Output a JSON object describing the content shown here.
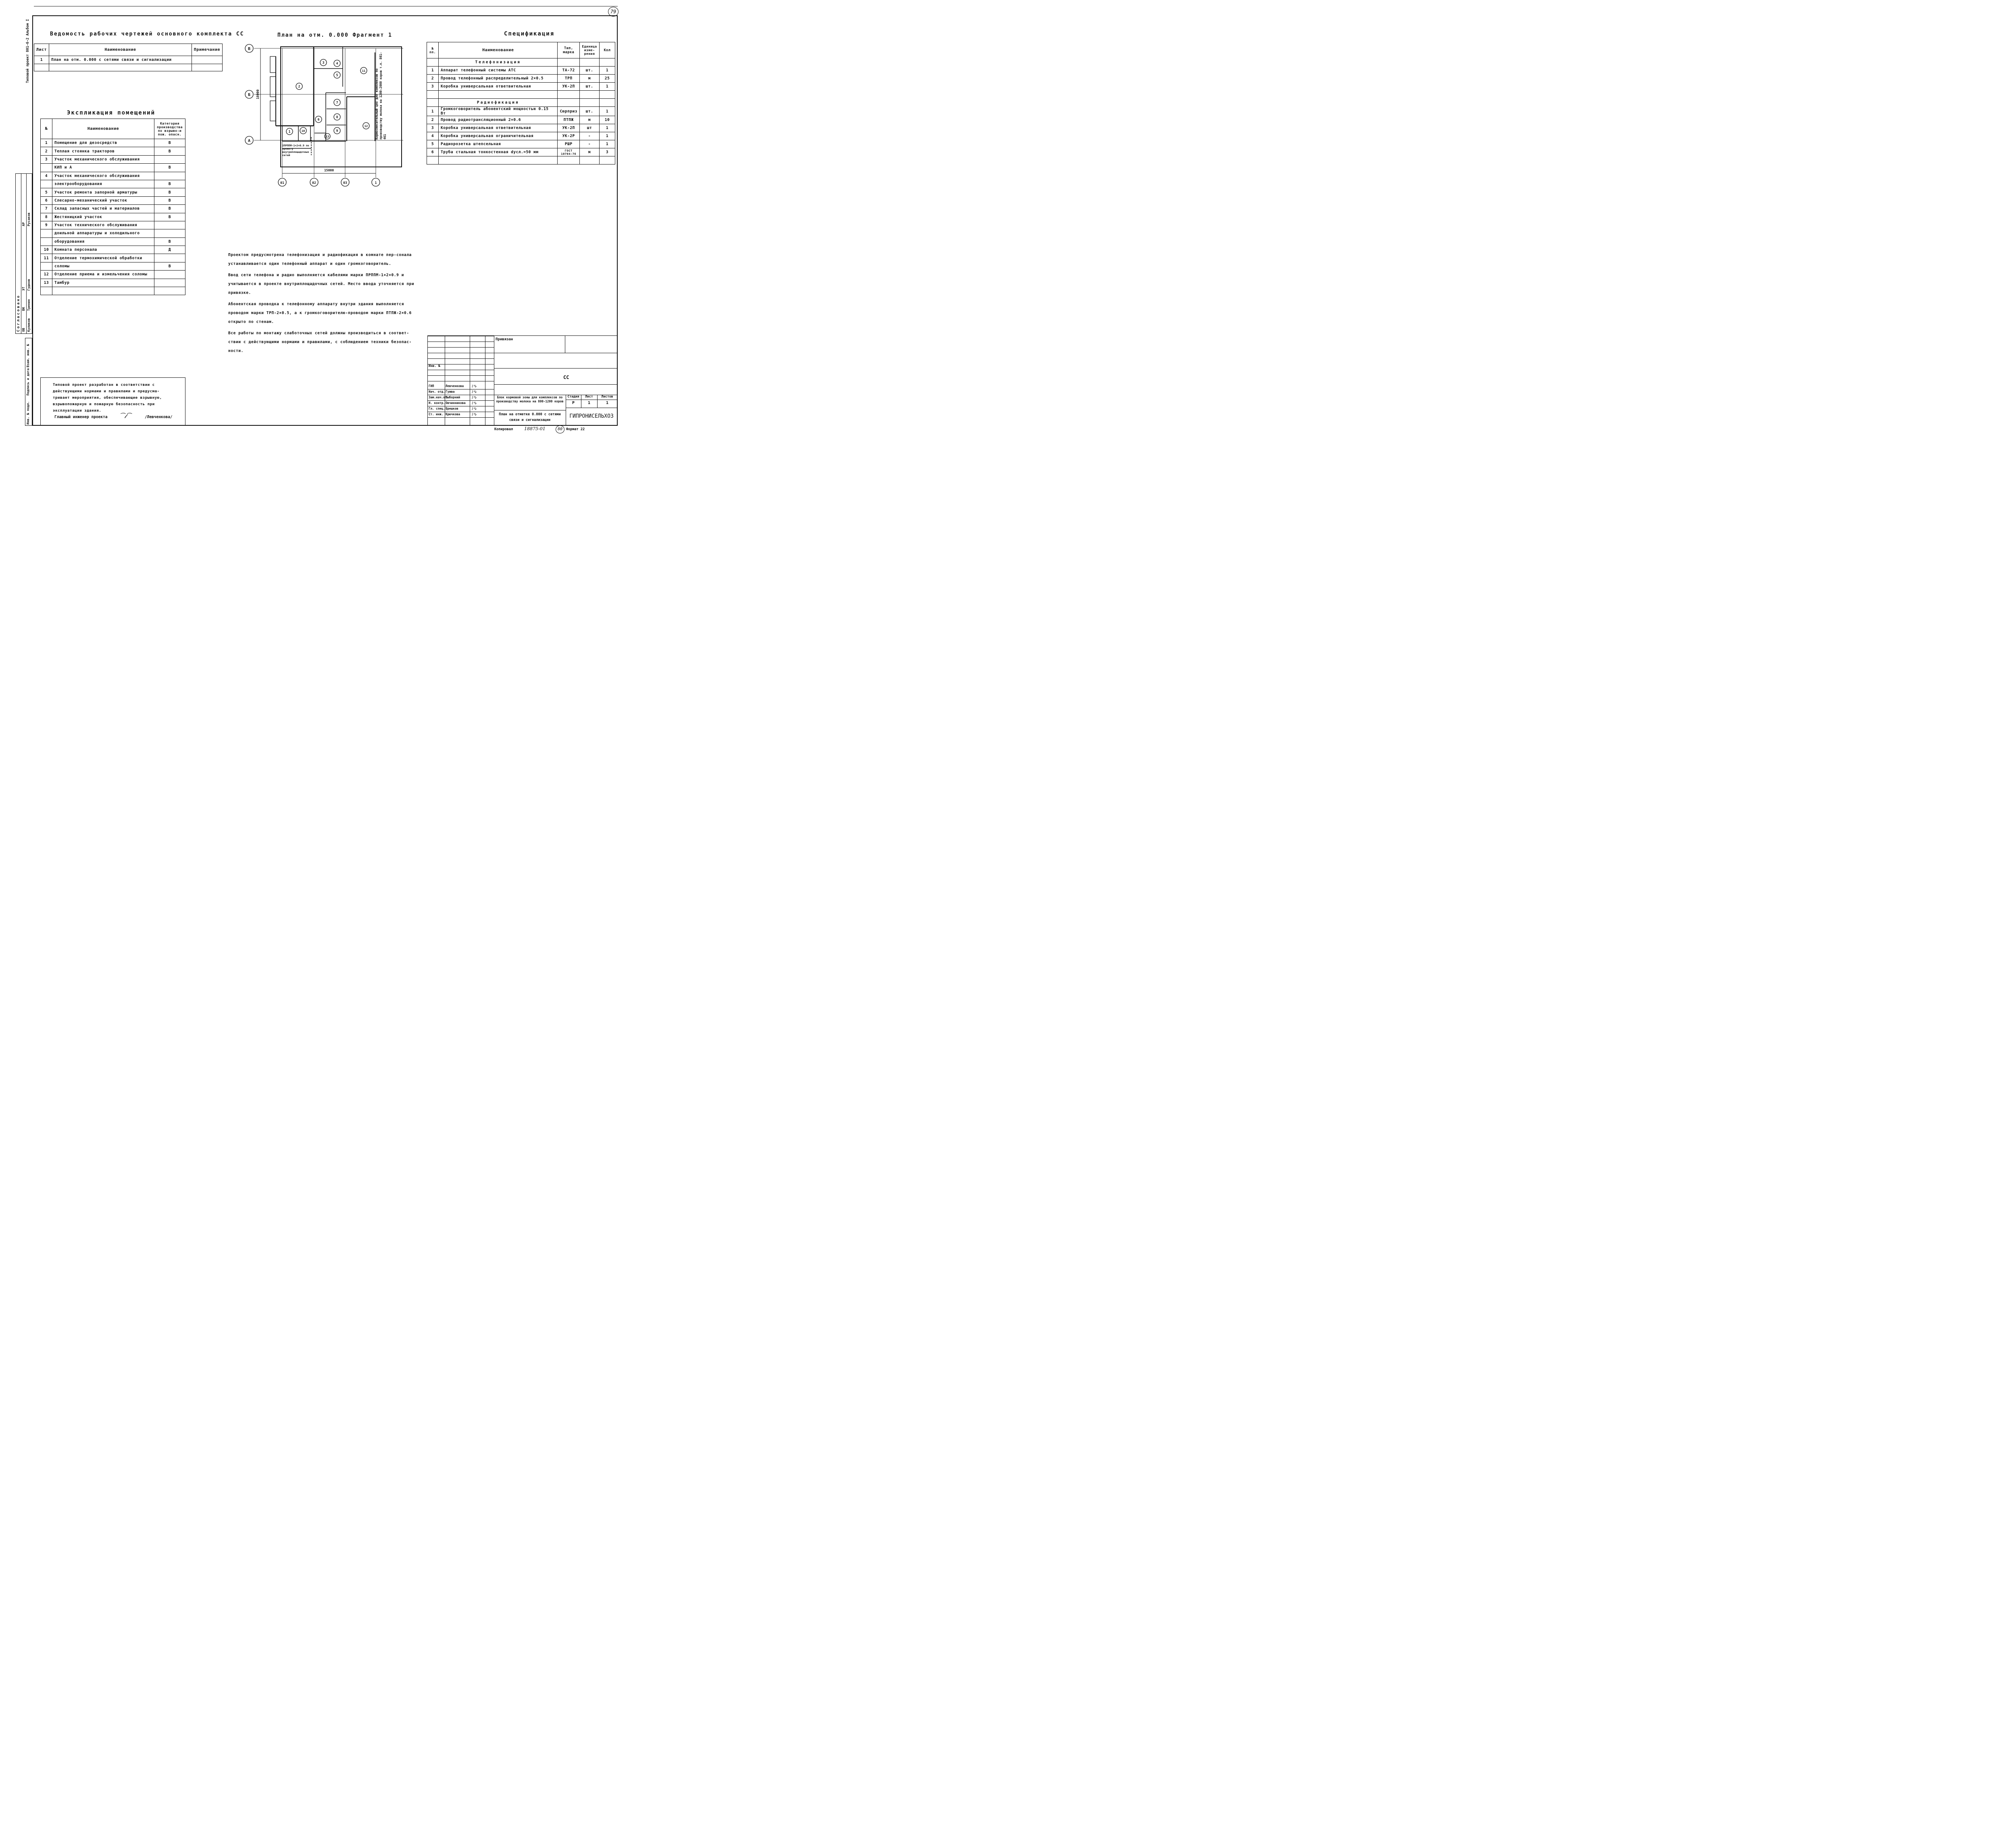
{
  "sheet_number": "79",
  "side_project_label": "Типовой проект 801-6-2 Альбом I",
  "sheet_list": {
    "title": "Ведомость рабочих чертежей основного комплекта СС",
    "headers": [
      "Лист",
      "Наименование",
      "Примечание"
    ],
    "rows": [
      [
        "1",
        "План на отм. 0.000 с сетями связи и сигнализации",
        ""
      ],
      [
        "",
        "",
        ""
      ]
    ]
  },
  "rooms": {
    "title": "Экспликация помещений",
    "headers": [
      "№",
      "Наименование",
      "Категория производства по взрыво-и пож. опасн."
    ],
    "rows": [
      [
        "1",
        "Помещение для дезосредств",
        "В"
      ],
      [
        "2",
        "Теплая стоянка тракторов",
        "В"
      ],
      [
        "3",
        "Участок механического обслуживания",
        ""
      ],
      [
        "",
        "КИП и А",
        "В"
      ],
      [
        "4",
        "Участок механического обслуживания",
        ""
      ],
      [
        "",
        "электрооборудования",
        "В"
      ],
      [
        "5",
        "Участок ремонта запорной арматуры",
        "В"
      ],
      [
        "6",
        "Слесарно-механический участок",
        "В"
      ],
      [
        "7",
        "Склад запасных частей и материалов",
        "В"
      ],
      [
        "8",
        "Жестяницкий участок",
        "В"
      ],
      [
        "9",
        "Участок технического обслуживания",
        ""
      ],
      [
        "",
        "доильной аппаратуры и холодильного",
        ""
      ],
      [
        "",
        "оборудования",
        "В"
      ],
      [
        "10",
        "Комната персонала",
        "Д"
      ],
      [
        "11",
        "Отделение термохимической обработки",
        ""
      ],
      [
        "",
        "соломы",
        "В"
      ],
      [
        "12",
        "Отделение приема и измельчения соломы",
        ""
      ],
      [
        "13",
        "Тамбур",
        ""
      ],
      [
        "",
        "",
        ""
      ]
    ]
  },
  "plan": {
    "title": "План на отм. 0.000   Фрагмент 1",
    "axes_rows": [
      "В",
      "Б",
      "А"
    ],
    "axes_cols": [
      "01",
      "02",
      "03",
      "1"
    ],
    "dim_vertical": "18000",
    "dim_horizontal": "15000",
    "room_marks": [
      "1",
      "2",
      "3",
      "4",
      "5",
      "6",
      "7",
      "8",
      "9",
      "10",
      "11",
      "12",
      "13"
    ],
    "side_note": "Кормосмесительный цех для комплексов по производству молока на 1200-2000 коров т.п. 801-461",
    "cable_note": "2ПРППМ-1×2×0.9 по проекту внутриплощадочных сетей"
  },
  "spec": {
    "title": "Спецификация",
    "headers": [
      "№ пп.",
      "Наименование",
      "Тип, марка",
      "Единица изме-рения",
      "Кол"
    ],
    "section1": "Телефонизация",
    "rows1": [
      [
        "1",
        "Аппарат телефонный системы АТС",
        "ТА-72",
        "шт.",
        "1"
      ],
      [
        "2",
        "Провод телефонный распределительный 2×0.5",
        "ТРП",
        "м",
        "25"
      ],
      [
        "3",
        "Коробка универсальная ответвительная",
        "УК-2П",
        "шт.",
        "1"
      ]
    ],
    "section2": "Радиофикация",
    "rows2": [
      [
        "1",
        "Громкоговоритель абонентский мощностью 0.15 Вт",
        "Сюрприз",
        "шт.",
        "1"
      ],
      [
        "2",
        "Провод радиотрансляционный 2×0.6",
        "ПТПЖ",
        "м",
        "10"
      ],
      [
        "3",
        "Коробка универсальная ответвительная",
        "УК-2П",
        "шт",
        "1"
      ],
      [
        "4",
        "Коробка универсальная ограничительная",
        "УК-2Р",
        "-",
        "1"
      ],
      [
        "5",
        "Радиорозетка штепсельная",
        "РШР",
        "-",
        "1"
      ],
      [
        "6",
        "Труба стальная тонкостенная dусл.=50 мм",
        "ГОСТ 10704-76",
        "м",
        "3"
      ]
    ]
  },
  "notes": [
    "Проектом предусмотрена телефонизация и радиофикация в комнате пер-сонала устанавливается один телефонный аппарат и один громкоговоритель.",
    "Ввод сети телефона и радио выполняется кабелями марки ПРППМ-1×2×0.9 и учитывается в проекте внутриплощадочных сетей. Место ввода уточняется при привязке.",
    "Абонентская проводка к телефонному аппарату внутри здания выполняется проводом марки ТРП-2×0.5, а к громкоговорителю-проводом марки ПТПЖ-2×0.6 открыто по стенам.",
    "Все работы по монтажу слаботочных сетей должны производиться в соответ-ствии с действующими нормами и правилами, с соблюдением техники безопас-ности."
  ],
  "compliance": {
    "text": "Типовой проект разработан в соответствии с действующими нормами и правилами и предусма-тривает мероприятия, обеспечивающие взрывную, взрывопожарную и пожарную безопасность при эксплуатации здания.",
    "signer_label": "Главный инженер проекта",
    "signer_name": "/Левченкова/"
  },
  "stamp": {
    "privyazan": "Привязан",
    "inv": "Инв. №",
    "code": "СС",
    "roles": [
      [
        "ГИП",
        "Левченкова"
      ],
      [
        "Нач. отд.",
        "Гужва"
      ],
      [
        "Зам.нач.от.",
        "Выборний"
      ],
      [
        "Н. контр.",
        "Овчинникова"
      ],
      [
        "Гл. спец.",
        "Брешков"
      ],
      [
        "Ст. инж.",
        "Крючкова"
      ]
    ],
    "object": "Блок кормовой зоны для комплексов по производству молока на 800-1200 коров",
    "sheet_title": "План на отметке 0.000 с сетями связи и сигнализации",
    "stage_label": "Стадия",
    "sheet_label": "Лист",
    "sheets_label": "Листов",
    "stage": "Р",
    "sheet": "1",
    "sheets": "1",
    "org": "ГИПРОНИСЕЛЬХОЗ",
    "copied": "Копировал",
    "doc_no": "18875-01",
    "page_circle": "80",
    "format": "Формат 22"
  },
  "left_strip": {
    "agreed": "Согласовано",
    "dept_rows": [
      [
        "ОВ",
        "Куликов"
      ],
      [
        "ВК",
        "Тренин"
      ],
      [
        "ЭТ",
        "Гудков"
      ],
      [
        "АР",
        "Русаков"
      ]
    ],
    "inv_labels": [
      "Инв. № подл.",
      "Подпись и дата",
      "Взам. инв. №"
    ]
  }
}
